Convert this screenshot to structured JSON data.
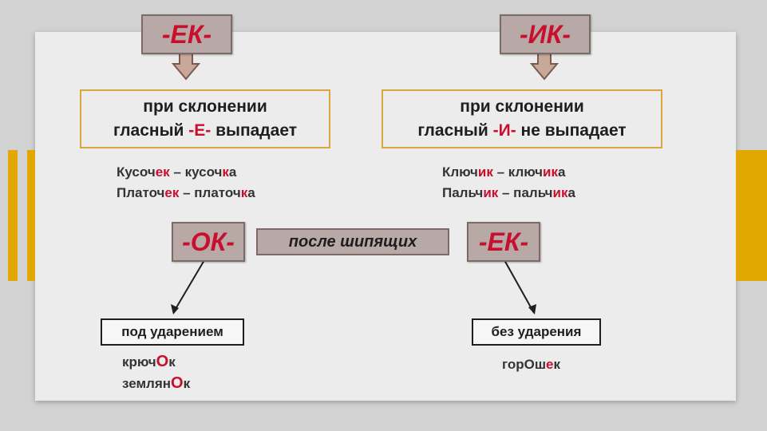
{
  "top_left": {
    "suffix": "-ЕК-",
    "rule_line1": "при склонении",
    "rule_line2_a": "гласный ",
    "rule_line2_b": "-Е-",
    "rule_line2_c": " выпадает",
    "examples": [
      {
        "a1": "Кусоч",
        "a2": "ек",
        "a3": " – кусоч",
        "a4": "к",
        "a5": "а"
      },
      {
        "a1": "Платоч",
        "a2": "ек",
        "a3": " – платоч",
        "a4": "к",
        "a5": "а"
      }
    ]
  },
  "top_right": {
    "suffix": "-ИК-",
    "rule_line1": "при склонении",
    "rule_line2_a": "гласный ",
    "rule_line2_b": "-И-",
    "rule_line2_c": " не выпадает",
    "examples": [
      {
        "a1": "Ключ",
        "a2": "ик",
        "a3": " – ключ",
        "a4": "ик",
        "a5": "а"
      },
      {
        "a1": "Пальч",
        "a2": "ик",
        "a3": " – пальч",
        "a4": "ик",
        "a5": "а"
      }
    ]
  },
  "bottom": {
    "suffix_left": "-ОК-",
    "middle": "после шипящих",
    "suffix_right": "-ЕК-",
    "label_left": "под ударением",
    "label_right": "без ударения",
    "words_left": [
      {
        "a1": "крюч",
        "a2": "О",
        "a3": "к"
      },
      {
        "a1": "землян",
        "a2": "О",
        "a3": "к"
      }
    ],
    "words_right": [
      {
        "a1": "горОш",
        "a2": "е",
        "a3": "к"
      }
    ]
  }
}
